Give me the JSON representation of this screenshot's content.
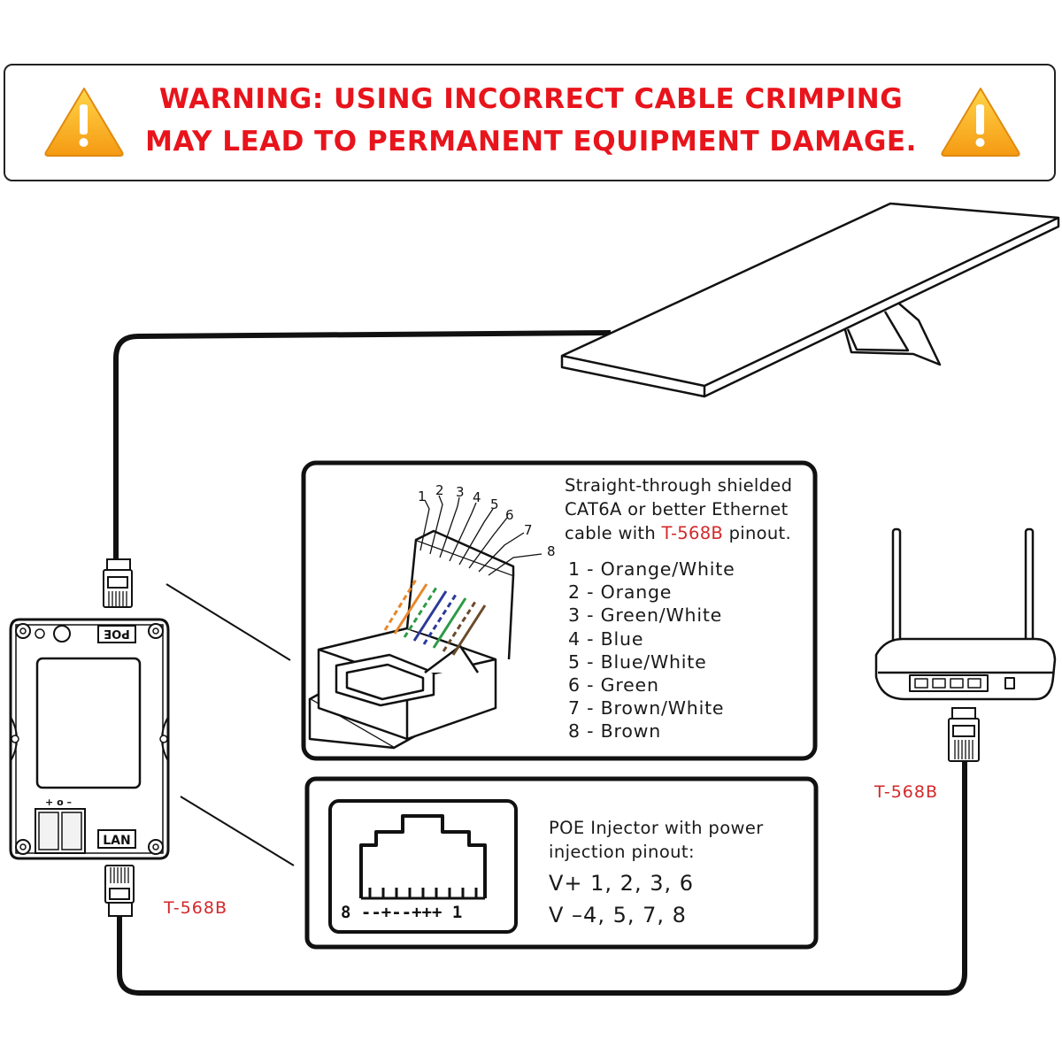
{
  "warning": {
    "line1": "WARNING: USING INCORRECT CABLE CRIMPING",
    "line2": "MAY LEAD TO PERMANENT EQUIPMENT DAMAGE.",
    "icon": "warning-triangle-icon"
  },
  "cable_panel": {
    "desc_line1": "Straight-through shielded",
    "desc_line2": "CAT6A or better Ethernet",
    "desc_line3_prefix": "cable with ",
    "desc_line3_standard": "T-568B",
    "desc_line3_suffix": " pinout.",
    "connector_pin_numbers": [
      "1",
      "2",
      "3",
      "4",
      "5",
      "6",
      "7",
      "8"
    ],
    "pinout": [
      "1 - Orange/White",
      "2 - Orange",
      "3 - Green/White",
      "4 - Blue",
      "5 - Blue/White",
      "6 - Green",
      "7 - Brown/White",
      "8 - Brown"
    ],
    "wire_colors": [
      "#e8872a",
      "#e8872a",
      "#2e9a47",
      "#2a3a9a",
      "#2a3a9a",
      "#2e9a47",
      "#6b4a2a",
      "#6b4a2a"
    ]
  },
  "injector_panel": {
    "desc_line1": "POE Injector with power",
    "desc_line2": "injection pinout:",
    "v_plus": "V+ 1, 2, 3, 6",
    "v_minus": "V –4, 5, 7, 8",
    "jack_pins": "8 --+--+++ 1"
  },
  "poe_box": {
    "top_label": "POE",
    "bottom_label": "LAN",
    "polarity": "+ o –"
  },
  "labels": {
    "injector_standard": "T-568B",
    "router_standard": "T-568B"
  }
}
